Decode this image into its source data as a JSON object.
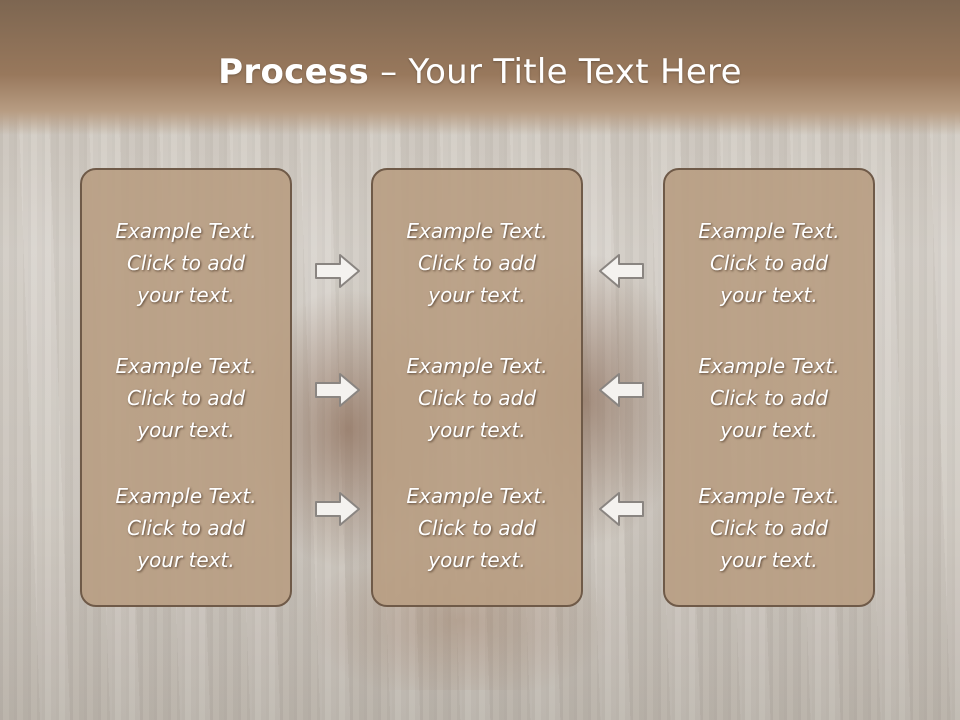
{
  "slide": {
    "title_bold": "Process",
    "title_rest": " – Your Title Text Here"
  },
  "columns": [
    {
      "items": [
        {
          "line1": "Example Text.",
          "line2": "Click  to add",
          "line3": "your text."
        },
        {
          "line1": "Example Text.",
          "line2": "Click  to add",
          "line3": "your text."
        },
        {
          "line1": "Example Text.",
          "line2": "Click  to add",
          "line3": "your text."
        }
      ]
    },
    {
      "items": [
        {
          "line1": "Example Text.",
          "line2": "Click  to add",
          "line3": "your text."
        },
        {
          "line1": "Example Text.",
          "line2": "Click  to add",
          "line3": "your text."
        },
        {
          "line1": "Example Text.",
          "line2": "Click  to add",
          "line3": "your text."
        }
      ]
    },
    {
      "items": [
        {
          "line1": "Example Text.",
          "line2": "Click  to add",
          "line3": "your text."
        },
        {
          "line1": "Example Text.",
          "line2": "Click  to add",
          "line3": "your text."
        },
        {
          "line1": "Example Text.",
          "line2": "Click  to add",
          "line3": "your text."
        }
      ]
    }
  ],
  "icons": {
    "left_arrows": "arrow-right-icon",
    "right_arrows": "arrow-left-icon"
  },
  "colors": {
    "header": "#98785c",
    "box_fill": "#b99e83",
    "box_border": "#6f5a48",
    "arrow_fill": "#f4f2ef",
    "arrow_stroke": "#8a8581",
    "text": "#ffffff"
  }
}
